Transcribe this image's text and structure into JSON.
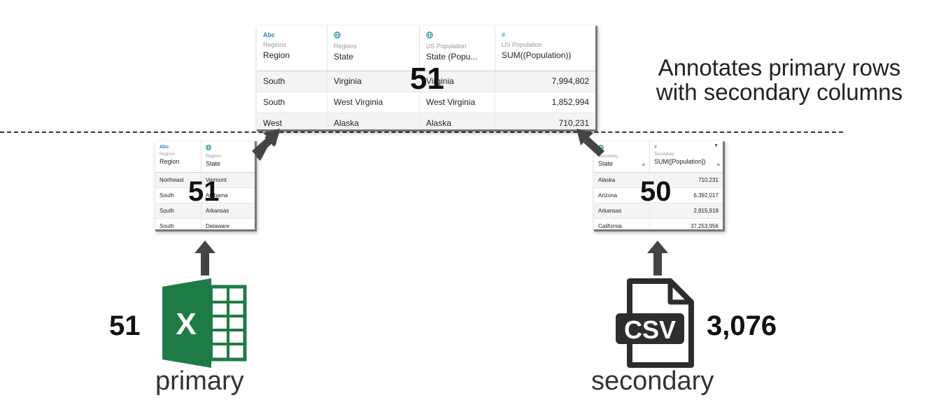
{
  "annotation": [
    "Annotates primary rows",
    "with secondary columns"
  ],
  "top_table": {
    "columns": [
      {
        "type": "Abc",
        "source": "Regions",
        "field": "Region"
      },
      {
        "type": "globe-icon",
        "source": "Regions",
        "field": "State"
      },
      {
        "type": "globe-icon",
        "source": "US Population",
        "field": "State (Popu..."
      },
      {
        "type": "#",
        "source": "US Population",
        "field": "SUM((Population))"
      }
    ],
    "rows": [
      [
        "South",
        "Virginia",
        "Virginia",
        "7,994,802"
      ],
      [
        "South",
        "West Virginia",
        "West Virginia",
        "1,852,994"
      ],
      [
        "West",
        "Alaska",
        "Alaska",
        "710,231"
      ]
    ],
    "count": "51"
  },
  "primary_table": {
    "columns": [
      {
        "type": "Abc",
        "source": "Regions",
        "field": "Region"
      },
      {
        "type": "globe-icon",
        "source": "Regions",
        "field": "State"
      }
    ],
    "rows": [
      [
        "Northeast",
        "Vermont"
      ],
      [
        "South",
        "Alabama"
      ],
      [
        "South",
        "Arkansas"
      ],
      [
        "South",
        "Delaware"
      ]
    ],
    "count": "51"
  },
  "secondary_table": {
    "columns": [
      {
        "type": "globe-icon",
        "source": "Secondary",
        "field": "State"
      },
      {
        "type": "#",
        "source": "Secondary",
        "field": "SUM([Population])"
      }
    ],
    "rows": [
      [
        "Alaska",
        "710,231"
      ],
      [
        "Arizona",
        "6,392,017"
      ],
      [
        "Arkansas",
        "2,915,918"
      ],
      [
        "California",
        "37,253,956"
      ]
    ],
    "count": "50"
  },
  "primary_source": {
    "count": "51",
    "caption": "primary",
    "icon": "excel-icon",
    "icon_letter": "X",
    "color": "#1e7b45"
  },
  "secondary_source": {
    "count": "3,076",
    "caption": "secondary",
    "icon": "csv-file-icon",
    "icon_text": "CSV",
    "color": "#2d2d2d"
  },
  "colors": {
    "arrow": "#444444",
    "accent": "#2b8a9d"
  }
}
